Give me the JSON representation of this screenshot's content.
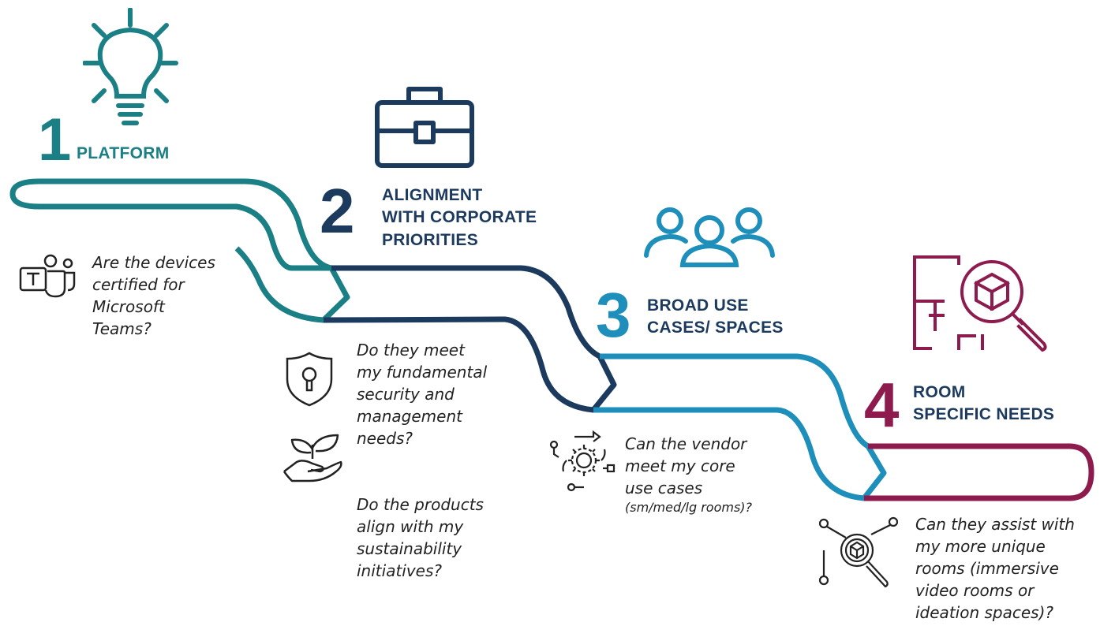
{
  "colors": {
    "step1": "#1b7f86",
    "step2": "#1c3a5e",
    "step3": "#1e8fbb",
    "step4": "#8d1b4e",
    "text": "#222222"
  },
  "steps": [
    {
      "number": "1",
      "title_lines": [
        "PLATFORM"
      ],
      "icon": "lightbulb-icon",
      "question_icon": "teams-icon",
      "question_lines": [
        "Are the devices",
        "certified for",
        "Microsoft",
        "Teams?"
      ]
    },
    {
      "number": "2",
      "title_lines": [
        "ALIGNMENT",
        "WITH CORPORATE",
        "PRIORITIES"
      ],
      "icon": "briefcase-icon",
      "question_icons": [
        "security-shield-icon",
        "sustainability-plant-icon"
      ],
      "question_lines": [
        "Do they meet",
        "my fundamental",
        "security and",
        "management",
        "needs?"
      ],
      "question2_lines": [
        "Do the products",
        "align with my",
        "sustainability",
        "initiatives?"
      ]
    },
    {
      "number": "3",
      "title_lines": [
        "BROAD USE",
        "CASES/ SPACES"
      ],
      "icon": "people-group-icon",
      "question_icon": "gear-workflow-icon",
      "question_lines": [
        "Can the vendor",
        "meet my core",
        "use cases"
      ],
      "question_small": "(sm/med/lg rooms)?"
    },
    {
      "number": "4",
      "title_lines": [
        "ROOM",
        "SPECIFIC NEEDS"
      ],
      "icon": "floorplan-search-icon",
      "question_icon": "network-search-icon",
      "question_lines": [
        "Can they assist with",
        "my more unique",
        "rooms (immersive",
        "video rooms or",
        "ideation spaces)?"
      ]
    }
  ]
}
